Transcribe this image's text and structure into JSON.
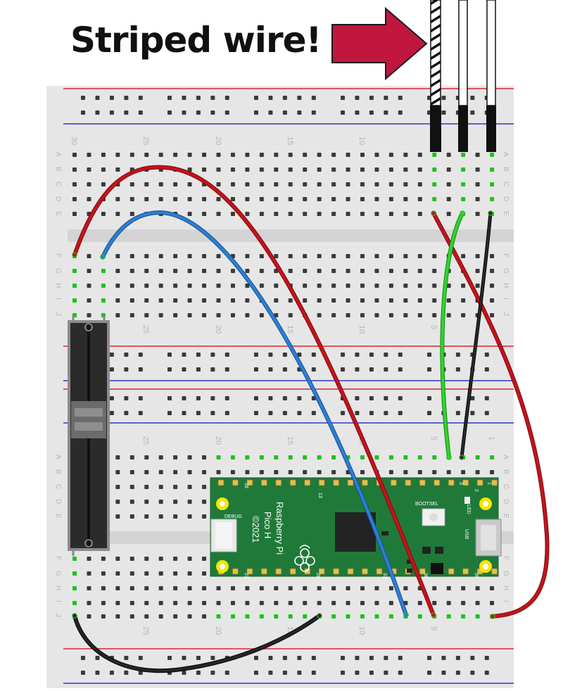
{
  "callout": {
    "text": "Striped wire!",
    "arrow_color": "#c1173f"
  },
  "breadboard": {
    "column_numbers": [
      "30",
      "25",
      "20",
      "15",
      "10",
      "5",
      "1"
    ],
    "rows_top": [
      "A",
      "B",
      "C",
      "D",
      "E",
      "F",
      "G",
      "H",
      "I",
      "J"
    ]
  },
  "pico": {
    "label_line1": "Raspberry Pi",
    "label_line2": "Pico H",
    "label_line3": "©2021",
    "debug_label": "DEBUG",
    "bootsel_label": "BOOTSEL",
    "led_label": "LED",
    "usb_label": "USB",
    "pin_1": "1",
    "pin_2": "2",
    "pin_3": "3",
    "pin_13": "13",
    "pin_18": "18",
    "pin_23": "23",
    "pin_28": "28",
    "pin_33": "33",
    "pin_36": "36",
    "pin_39": "39"
  },
  "colors": {
    "breadboard": "#e6e6e6",
    "rail_red": "#d9262d",
    "rail_blue": "#2e36c4",
    "pico_green": "#1f7a3a",
    "wire_red": "#c4131b",
    "wire_blue": "#2b7ed6",
    "wire_green": "#2fd42c",
    "wire_black": "#1a1a1a"
  }
}
